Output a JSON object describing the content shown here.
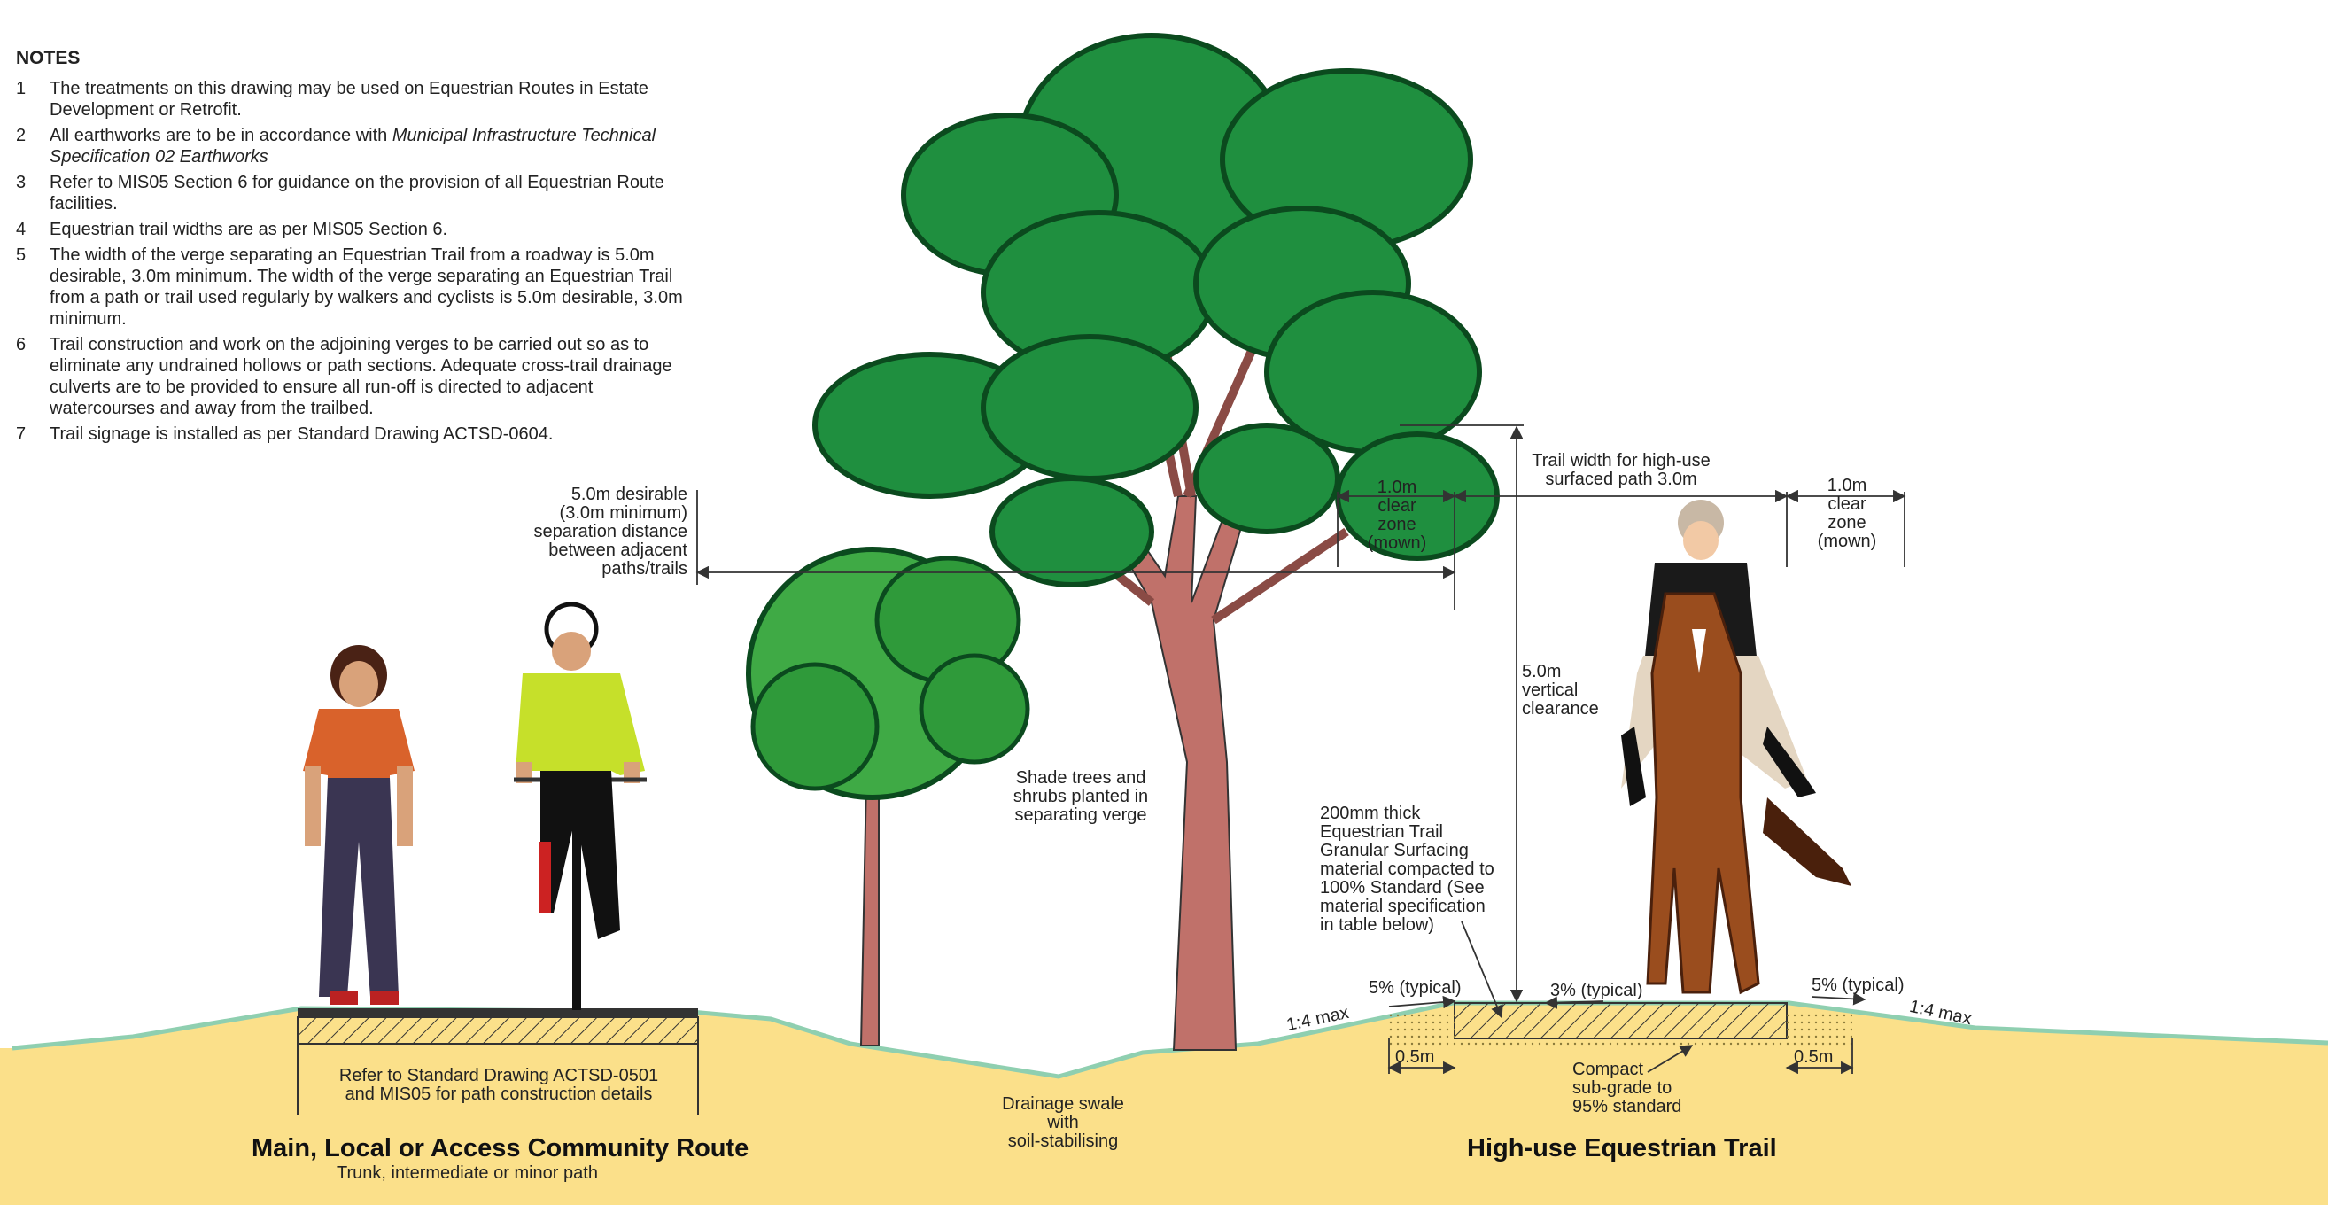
{
  "notes": {
    "heading": "NOTES",
    "items": [
      {
        "num": "1",
        "text": "The treatments on this drawing may be used on Equestrian Routes in Estate Development or Retrofit."
      },
      {
        "num": "2",
        "text_prefix": "All earthworks are to be in accordance with ",
        "text_em": "Municipal Infrastructure Technical Specification 02 Earthworks"
      },
      {
        "num": "3",
        "text": "Refer to MIS05 Section 6 for guidance on the provision of all Equestrian Route facilities."
      },
      {
        "num": "4",
        "text": "Equestrian trail widths are as per MIS05 Section 6."
      },
      {
        "num": "5",
        "text": "The width of the verge separating an Equestrian Trail from a roadway is 5.0m desirable, 3.0m minimum. The width of the verge separating an Equestrian Trail from a path or trail used regularly by walkers and cyclists is 5.0m desirable, 3.0m minimum."
      },
      {
        "num": "6",
        "text": "Trail construction and work on the adjoining verges to be carried out so as to eliminate any undrained hollows or path sections. Adequate cross-trail drainage culverts are to be provided to ensure all run-off is directed to adjacent watercourses and away from the trailbed."
      },
      {
        "num": "7",
        "text": "Trail signage is installed as per Standard Drawing ACTSD-0604."
      }
    ]
  },
  "labels": {
    "separation": "5.0m desirable\n(3.0m minimum)\nseparation distance\nbetween adjacent\npaths/trails",
    "clear_left": "1.0m\nclear\nzone\n(mown)",
    "trail_width": "Trail width for high-use\nsurfaced path 3.0m",
    "clear_right": "1.0m\nclear\nzone\n(mown)",
    "vertical": "5.0m\nvertical\nclearance",
    "shade": "Shade trees and\nshrubs planted in\nseparating verge",
    "surfacing": "200mm thick\nEquestrian Trail\nGranular Surfacing\nmaterial compacted to\n100% Standard (See\nmaterial specification\nin table below)",
    "slope_left": "5% (typical)",
    "crossfall": "3% (typical)",
    "slope_right": "5% (typical)",
    "batter_left": "1:4 max",
    "batter_right": "1:4 max",
    "offset_left": "0.5m",
    "offset_right": "0.5m",
    "subgrade": "Compact\nsub-grade to\n95% standard",
    "path_ref": "Refer to Standard Drawing ACTSD-0501\nand MIS05 for path construction details",
    "swale": "Drainage swale\nwith\nsoil-stabilising"
  },
  "titles": {
    "community": "Main, Local or Access Community Route",
    "community_sub": "Trunk, intermediate or minor path",
    "equestrian": "High-use Equestrian Trail"
  },
  "colors": {
    "ground": "#fbe08a",
    "grass_edge": "#8fcfb0",
    "tree_green": "#1f8f3f",
    "tree_dark": "#0b4a1e",
    "trunk": "#c0716a",
    "shirt_orange": "#d9622b",
    "jersey": "#c6e02a",
    "horse": "#9a4d1e"
  },
  "icons": [
    "pedestrian-icon",
    "cyclist-icon",
    "horse-rider-icon",
    "tree-icon",
    "shrub-icon"
  ]
}
